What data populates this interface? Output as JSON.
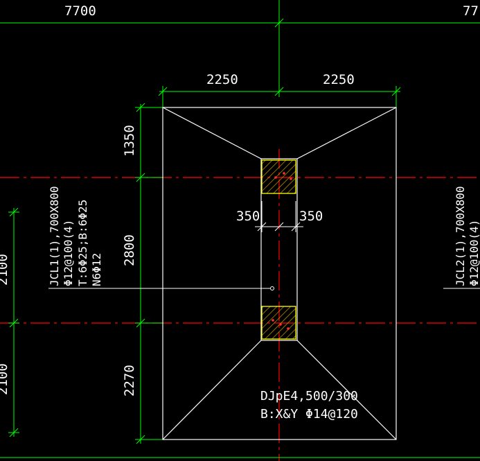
{
  "drawing": {
    "top_dimensions": {
      "left_label": "7700",
      "right_label": "77"
    },
    "footing_dimensions": {
      "top_left": "2250",
      "top_right": "2250",
      "column_left": "350",
      "column_right": "350",
      "left_top": "1350",
      "left_middle": "2800",
      "left_bottom": "2270"
    },
    "left_axis_dimensions": {
      "upper": "2100",
      "lower": "2100"
    },
    "beam_left": {
      "line1": "JCL1(1),700X800",
      "line2": "Φ12@100(4)",
      "line3": "T:6Φ25;B:6Φ25",
      "line4": "N6Φ12"
    },
    "beam_right": {
      "line1": "JCL2(1),700X800",
      "line2": "Φ12@100(4)"
    },
    "footing_label": {
      "line1": "DJpE4,500/300",
      "line2": "B:X&Y Φ14@120"
    },
    "colors": {
      "background": "#000000",
      "outline": "#ffffff",
      "dimension": "#00ff00",
      "axis": "#ff0000",
      "column_border": "#ffff00",
      "hatch": "#c8a000"
    }
  }
}
